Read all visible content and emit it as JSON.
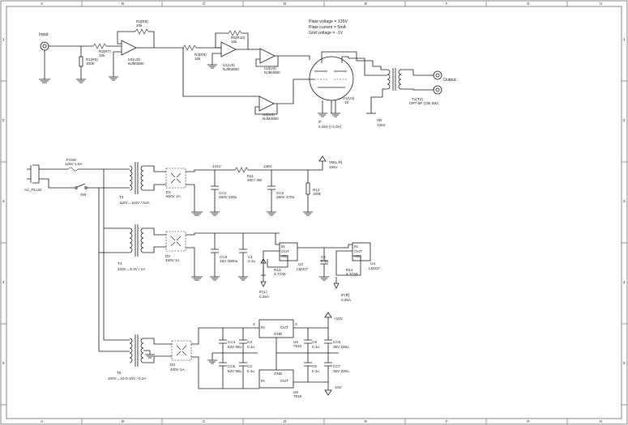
{
  "frame": {
    "cols": [
      "A",
      "B",
      "C",
      "D",
      "E",
      "F",
      "G",
      "H"
    ],
    "rows": [
      "1",
      "2",
      "3",
      "4",
      "5"
    ]
  },
  "notes": [
    "Plate voltage = 135V",
    "Plate current = 5mA",
    "Grid voltage = -1V"
  ],
  "amp": {
    "input_label": "Input",
    "output_label": "Output",
    "r1": {
      "ref": "R1(R6)",
      "value": "100k"
    },
    "r2": {
      "ref": "R2(R7)",
      "value": "10k"
    },
    "r3": {
      "ref": "R3(R8)",
      "value": "20k"
    },
    "r4": {
      "ref": "R4(R9)",
      "value": "10k"
    },
    "r5": {
      "ref": "R5(R10)",
      "value": "10k"
    },
    "u1_1": {
      "ref": "U1(U3)",
      "part": "NJM4580"
    },
    "u1_2": {
      "ref": "U1(U3)",
      "part": "NJM4580"
    },
    "u2_1": {
      "ref": "U2(U4)",
      "part": "NJM4580"
    },
    "u2_2": {
      "ref": "U2(U4)",
      "part": "NJM4580"
    },
    "v1": {
      "ref": "V1(V2)",
      "part": "19"
    },
    "filament": {
      "label": "IF",
      "spec": "0.26A (+2.0V)"
    },
    "vb": {
      "ref": "VB",
      "value": "135V"
    },
    "t1": {
      "ref": "T1(T2)",
      "part": "OPT-5P (10k 5W)"
    }
  },
  "psu": {
    "ac_plug": "AC_PLUG",
    "fuse": {
      "label": "FUSE",
      "rating": "125V 1.6A"
    },
    "switch": "SW",
    "t3": {
      "ref": "T3",
      "spec": "110V↔110V / 5VA"
    },
    "t4": {
      "ref": "T4",
      "spec": "100V↔6.3V / 1A"
    },
    "t5": {
      "ref": "T5",
      "spec": "100V↔10-0-10V / 0.2A"
    },
    "d1": {
      "ref": "D1",
      "spec": "600V 1A"
    },
    "d2": {
      "ref": "D2",
      "spec": "400V 1A"
    },
    "d3": {
      "ref": "D3",
      "spec": "400V 1A"
    },
    "nodes": [
      "141V",
      "135V"
    ],
    "cc1": {
      "ref": "CC1",
      "spec": "250V 220u"
    },
    "cc2": {
      "ref": "CC2",
      "spec": "250V 470u"
    },
    "r11": {
      "ref": "R11",
      "spec": "200 / 3W"
    },
    "r12": {
      "ref": "R12",
      "spec": "100k"
    },
    "vb_lr": {
      "ref": "VB(L,R)",
      "value": "135V"
    },
    "cc3": {
      "ref": "CC3",
      "spec": "16V 1000u"
    },
    "c1": {
      "ref": "C1",
      "spec": "0.1u"
    },
    "c2": {
      "ref": "C2",
      "spec": "0.1u"
    },
    "u3": {
      "ref": "U3",
      "part": "LM317",
      "pins": [
        "IN",
        "OUT",
        "ADJ"
      ]
    },
    "u4": {
      "ref": "U4",
      "part": "LM317",
      "pins": [
        "IN",
        "OUT",
        "ADJ"
      ]
    },
    "r13": {
      "ref": "R13",
      "spec": "4.7/1W"
    },
    "r14": {
      "ref": "R14",
      "spec": "4.7/1W"
    },
    "if_l": {
      "label": "IF(L)",
      "value": "0.26A"
    },
    "if_r": {
      "label": "IF(R)",
      "value": "0.26A"
    },
    "cc4": {
      "ref": "CC4",
      "spec": "63V 68u"
    },
    "cc5": {
      "ref": "CC5",
      "spec": "63V 68u"
    },
    "c3": {
      "ref": "C3",
      "spec": "0.1u"
    },
    "c4": {
      "ref": "C4",
      "spec": "0.1u"
    },
    "c5": {
      "ref": "C5",
      "spec": "0.1u"
    },
    "c6": {
      "ref": "C6",
      "spec": "0.1u"
    },
    "cc6": {
      "ref": "CC6",
      "spec": "35V 220u"
    },
    "cc7": {
      "ref": "CC7",
      "spec": "35V 220u"
    },
    "u5": {
      "ref": "U5",
      "part": "7810",
      "pins": [
        "IN",
        "OUT",
        "GND"
      ],
      "pin_numbers": [
        "2",
        "3"
      ]
    },
    "u6": {
      "ref": "U6",
      "part": "7910",
      "pins": [
        "IN",
        "OUT",
        "GND"
      ]
    },
    "rails": [
      "+10V",
      "-10V"
    ]
  }
}
